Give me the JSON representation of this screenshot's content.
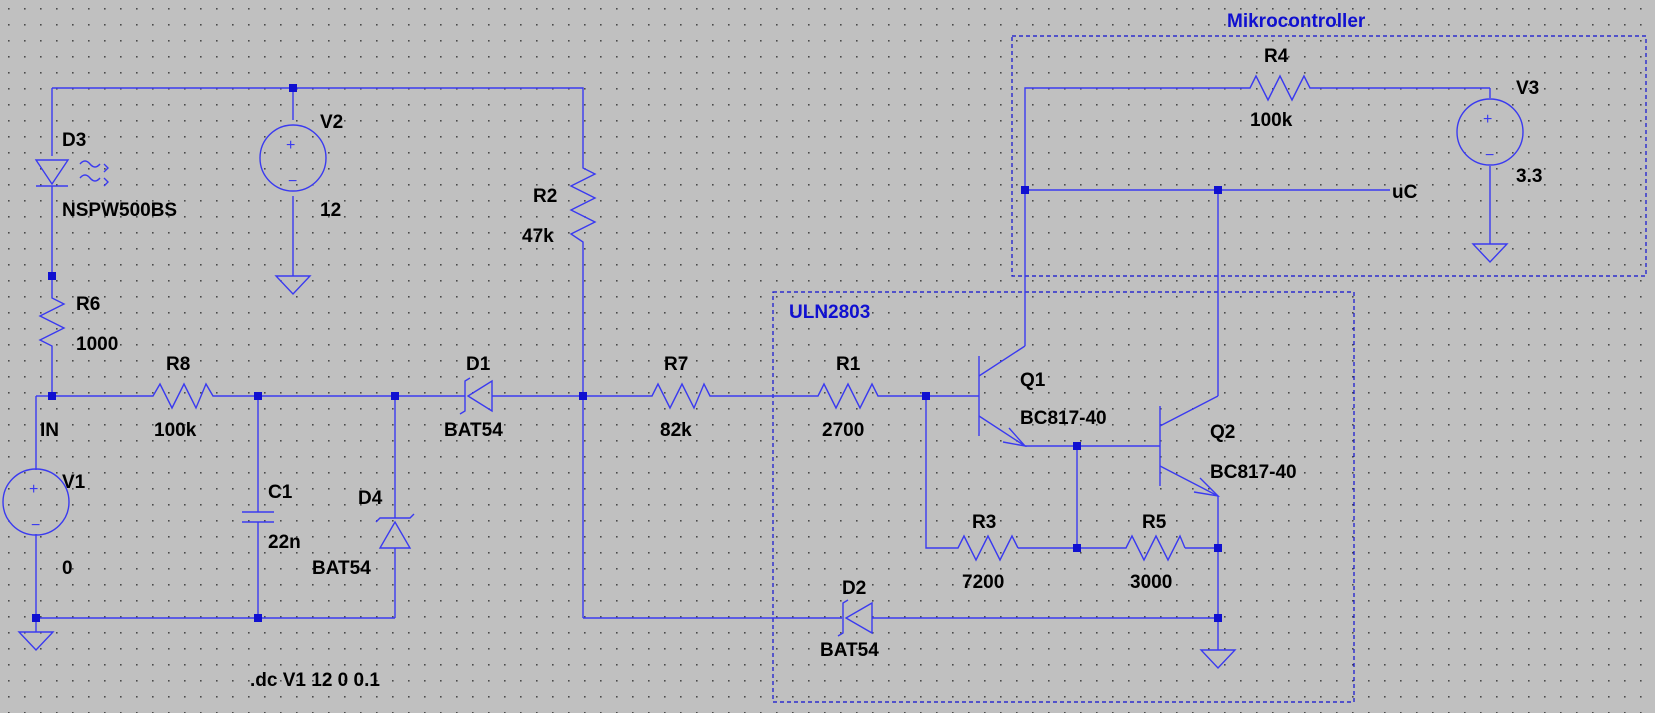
{
  "boxes": {
    "mikrocontroller": "Mikrocontroller",
    "uln2803": "ULN2803"
  },
  "components": {
    "d3": {
      "ref": "D3",
      "value": "NSPW500BS"
    },
    "v2": {
      "ref": "V2",
      "value": "12"
    },
    "r6": {
      "ref": "R6",
      "value": "1000"
    },
    "r8": {
      "ref": "R8",
      "value": "100k"
    },
    "v1": {
      "ref": "V1",
      "value": "0"
    },
    "c1": {
      "ref": "C1",
      "value": "22n"
    },
    "d4": {
      "ref": "D4",
      "value": "BAT54"
    },
    "d1": {
      "ref": "D1",
      "value": "BAT54"
    },
    "r2": {
      "ref": "R2",
      "value": "47k"
    },
    "r7": {
      "ref": "R7",
      "value": "82k"
    },
    "r1": {
      "ref": "R1",
      "value": "2700"
    },
    "q1": {
      "ref": "Q1",
      "value": "BC817-40"
    },
    "q2": {
      "ref": "Q2",
      "value": "BC817-40"
    },
    "r3": {
      "ref": "R3",
      "value": "7200"
    },
    "r5": {
      "ref": "R5",
      "value": "3000"
    },
    "d2": {
      "ref": "D2",
      "value": "BAT54"
    },
    "r4": {
      "ref": "R4",
      "value": "100k"
    },
    "v3": {
      "ref": "V3",
      "value": "3.3"
    }
  },
  "nets": {
    "in": "IN",
    "uc": "uC"
  },
  "directive": ".dc V1 12 0 0.1",
  "symbols": {
    "plus": "+",
    "minus": "−"
  },
  "colors": {
    "background": "#c0c0c0",
    "wire": "#3a3af0",
    "text": "#000000",
    "box_label": "#1010d0"
  }
}
